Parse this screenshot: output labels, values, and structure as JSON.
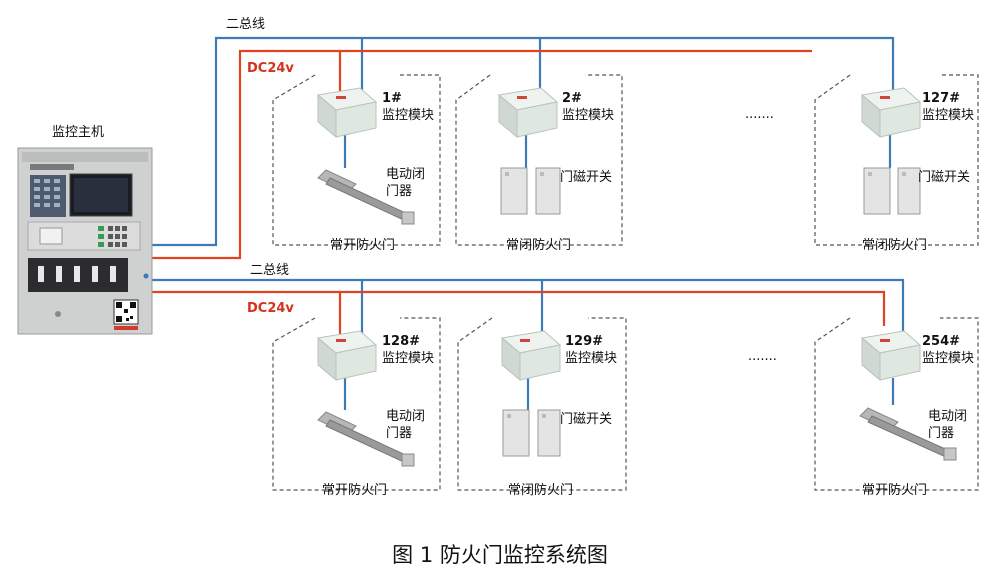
{
  "bus_label": "二总线",
  "power_label": "DC24v",
  "controller_label": "监控主机",
  "module_label": "监控模块",
  "closer_label_line1": "电动闭",
  "closer_label_line2": "门器",
  "switch_label": "门磁开关",
  "ellipsis": ".......",
  "row1": {
    "cells": [
      {
        "id": "1#",
        "door": "常开防火门",
        "device": "closer"
      },
      {
        "id": "2#",
        "door": "常闭防火门",
        "device": "switch"
      },
      {
        "id": "127#",
        "door": "常闭防火门",
        "device": "switch"
      }
    ]
  },
  "row2": {
    "cells": [
      {
        "id": "128#",
        "door": "常开防火门",
        "device": "closer"
      },
      {
        "id": "129#",
        "door": "常闭防火门",
        "device": "switch"
      },
      {
        "id": "254#",
        "door": "常开防火门",
        "device": "closer"
      }
    ]
  },
  "caption": "图 1  防火门监控系统图"
}
